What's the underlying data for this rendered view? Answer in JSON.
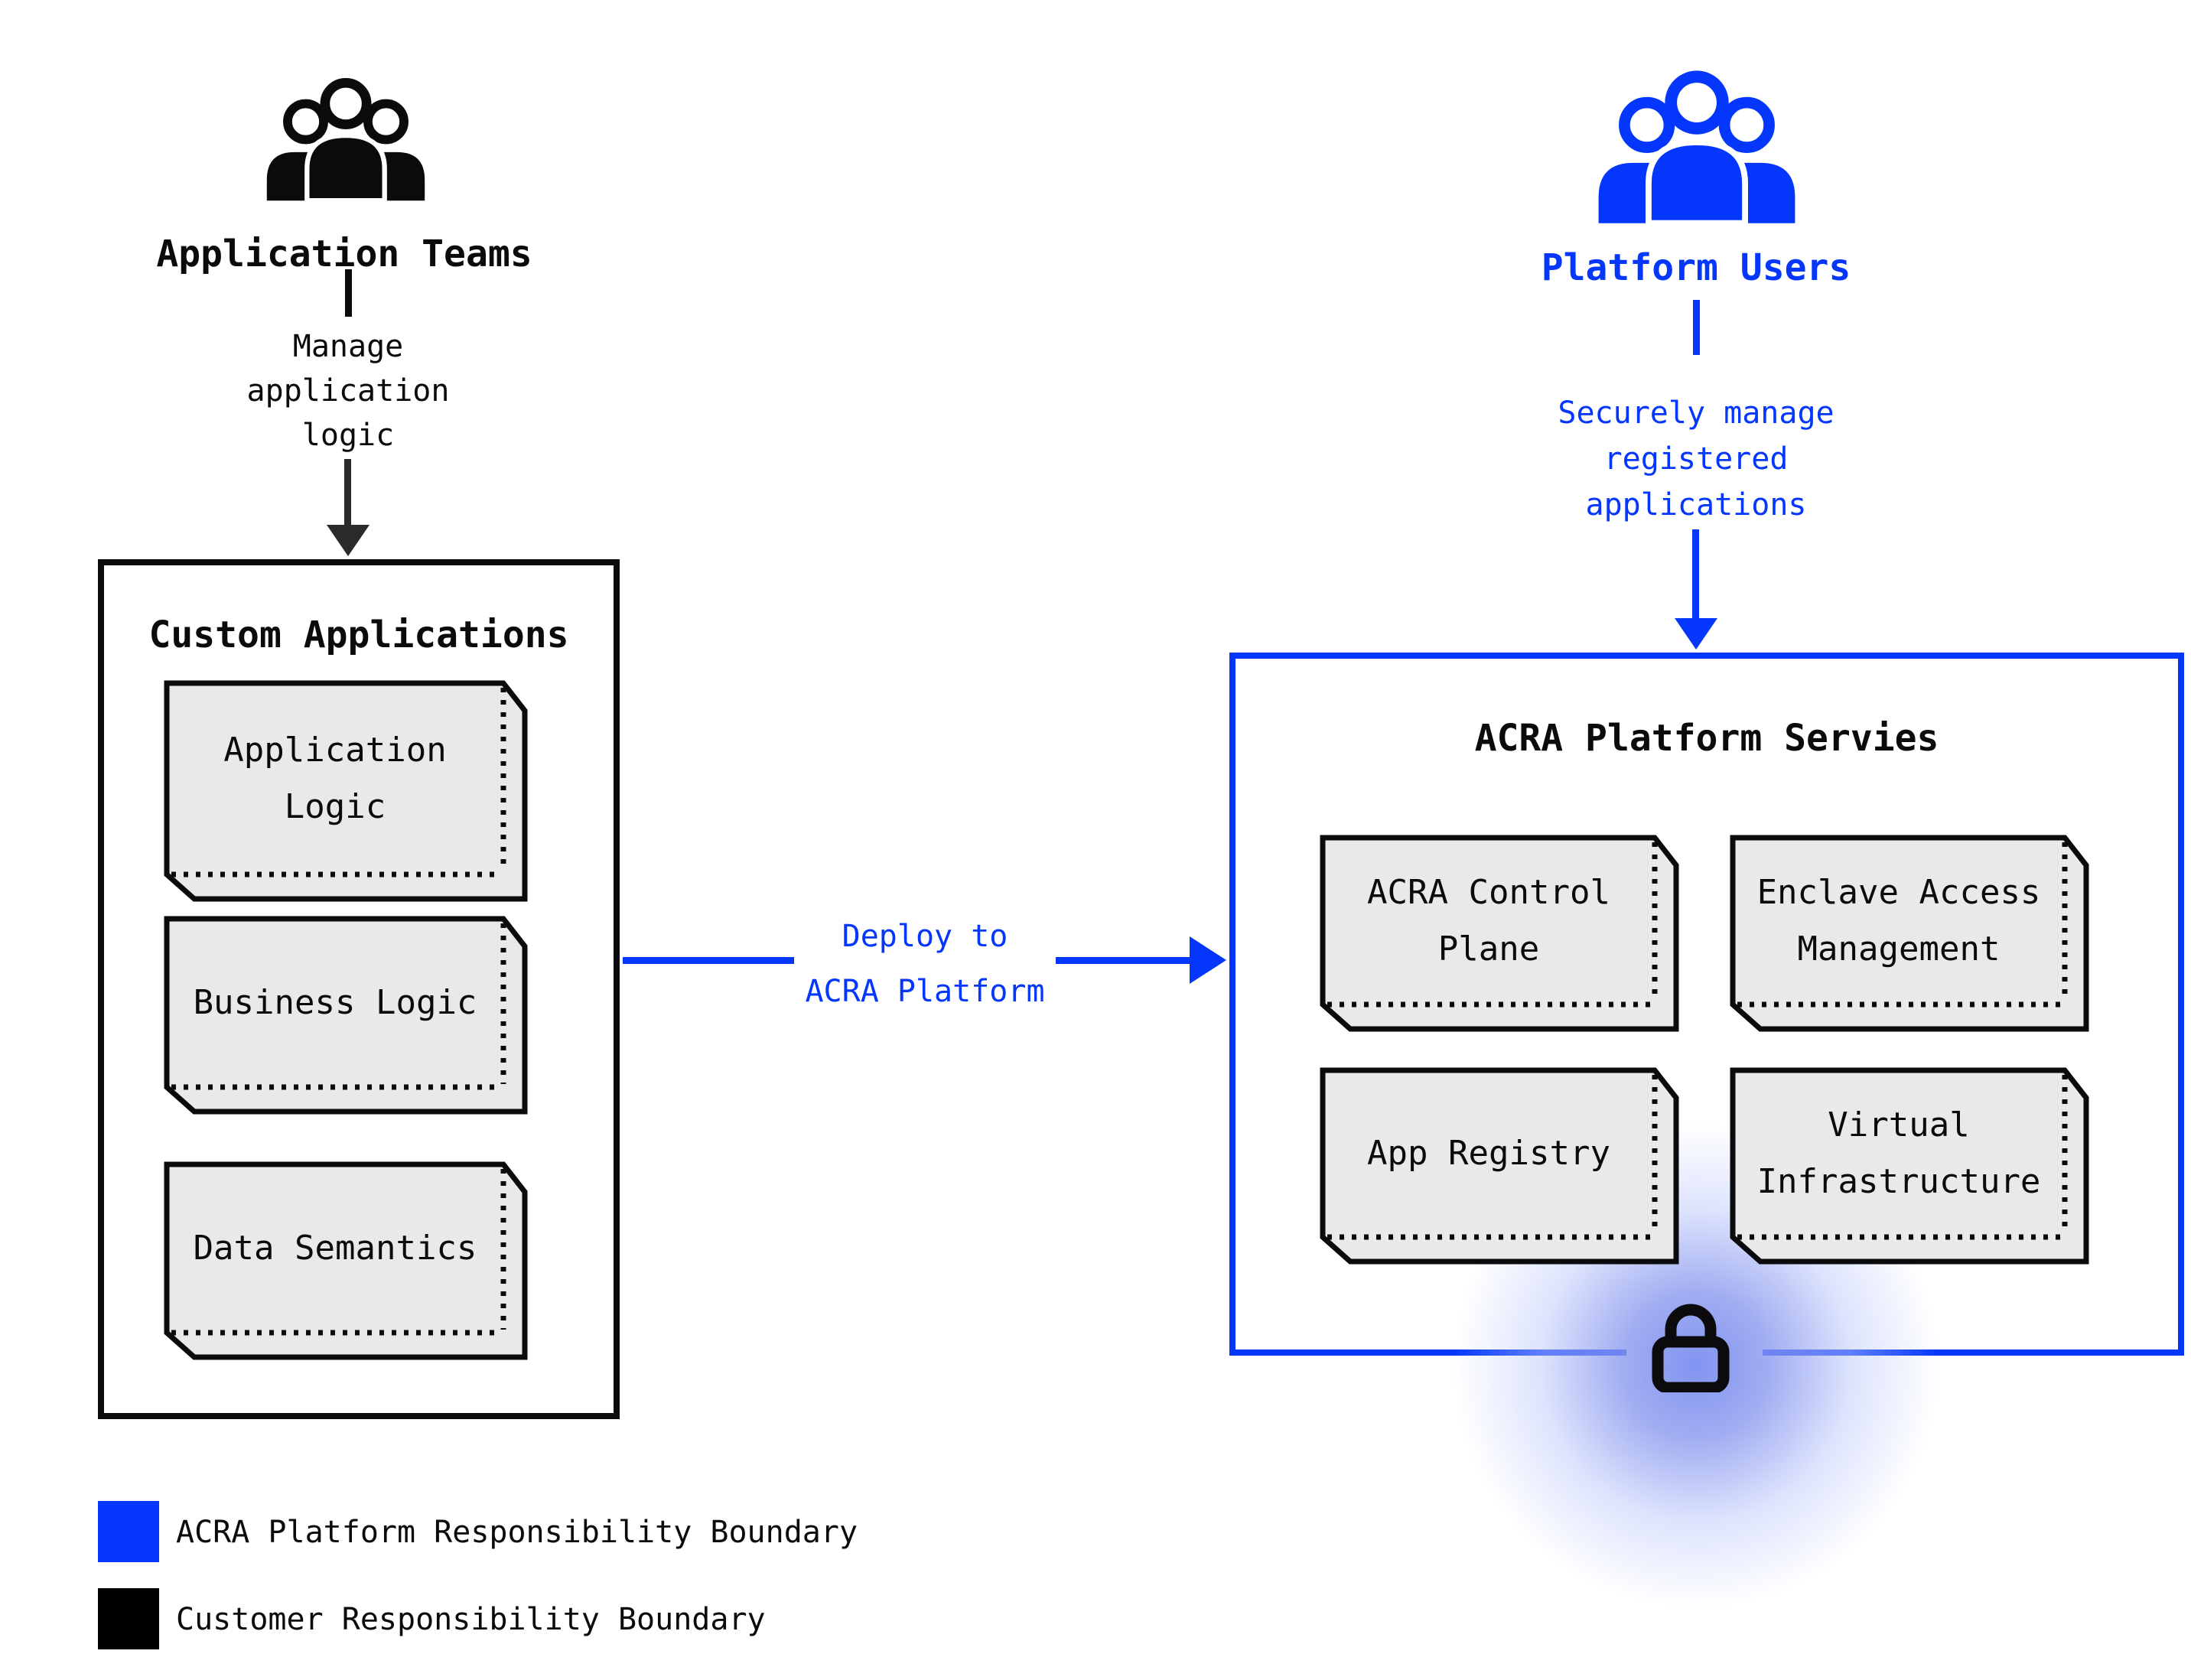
{
  "left_actor": {
    "label": "Application Teams",
    "note": "Manage\napplication\nlogic"
  },
  "left_box": {
    "title": "Custom Applications",
    "cards": [
      {
        "label": "Application\nLogic"
      },
      {
        "label": "Business Logic"
      },
      {
        "label": "Data Semantics"
      }
    ]
  },
  "deploy_arrow": {
    "label": "Deploy to\nACRA Platform"
  },
  "right_actor": {
    "label": "Platform Users",
    "note": "Securely manage\nregistered\napplications"
  },
  "right_box": {
    "title": "ACRA Platform Servies",
    "cards": [
      {
        "label": "ACRA Control\nPlane"
      },
      {
        "label": "Enclave Access\nManagement"
      },
      {
        "label": "App Registry"
      },
      {
        "label": "Virtual\nInfrastructure"
      }
    ]
  },
  "legend": {
    "items": [
      {
        "swatch": "#0437fb",
        "label": "ACRA Platform Responsibility Boundary"
      },
      {
        "swatch": "#000000",
        "label": "Customer Responsibility Boundary"
      }
    ]
  },
  "colors": {
    "accent_blue": "#0437fb",
    "black": "#0b0b0d",
    "card_fill": "#e9e9e9",
    "glow_center": "#8a99ee"
  }
}
